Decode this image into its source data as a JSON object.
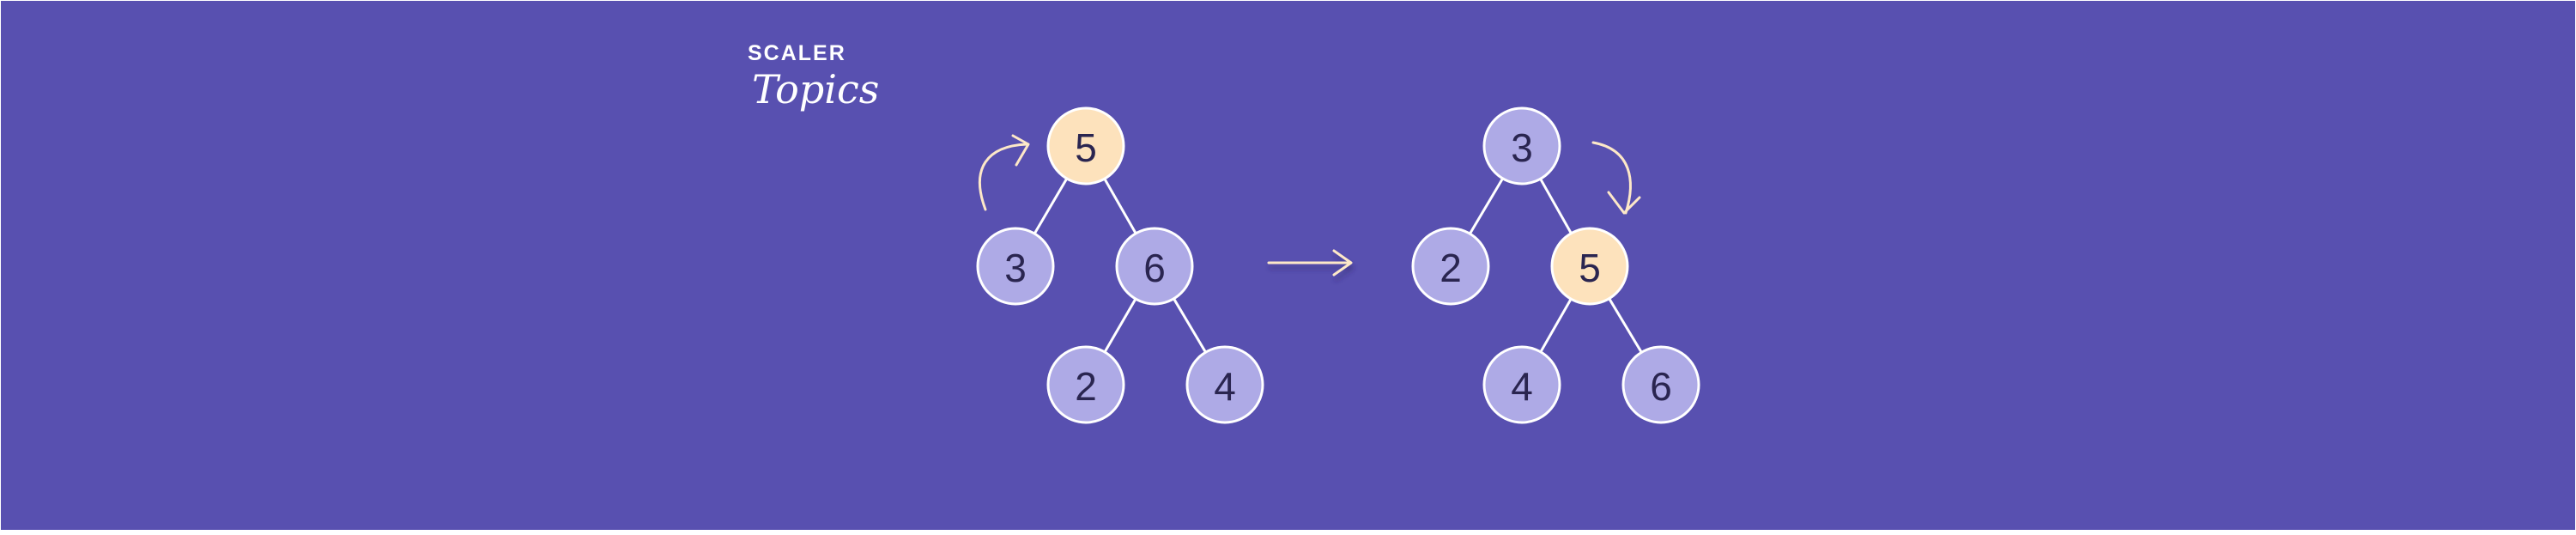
{
  "brand": {
    "line1": "SCALER",
    "line2": "Topics"
  },
  "colors": {
    "background": "#5850b0",
    "node_default": "#aeaae6",
    "node_highlight": "#fde2bc",
    "node_stroke": "#ffffff",
    "edge": "#ffffff",
    "arrow": "#fde8c8",
    "label": "#2a2550"
  },
  "diagram": {
    "before": {
      "nodes": [
        {
          "id": "n5",
          "label": "5",
          "highlight": true
        },
        {
          "id": "n3",
          "label": "3",
          "highlight": false
        },
        {
          "id": "n6",
          "label": "6",
          "highlight": false
        },
        {
          "id": "n2",
          "label": "2",
          "highlight": false
        },
        {
          "id": "n4",
          "label": "4",
          "highlight": false
        }
      ],
      "edges": [
        [
          "n5",
          "n3"
        ],
        [
          "n5",
          "n6"
        ],
        [
          "n6",
          "n2"
        ],
        [
          "n6",
          "n4"
        ]
      ]
    },
    "after": {
      "nodes": [
        {
          "id": "m3",
          "label": "3",
          "highlight": false
        },
        {
          "id": "m2",
          "label": "2",
          "highlight": false
        },
        {
          "id": "m5",
          "label": "5",
          "highlight": true
        },
        {
          "id": "m4",
          "label": "4",
          "highlight": false
        },
        {
          "id": "m6",
          "label": "6",
          "highlight": false
        }
      ],
      "edges": [
        [
          "m3",
          "m2"
        ],
        [
          "m3",
          "m5"
        ],
        [
          "m5",
          "m4"
        ],
        [
          "m5",
          "m6"
        ]
      ]
    },
    "transition_arrow": "right-arrow-icon",
    "rotation_arrows": [
      "curved-arrow-up-icon",
      "curved-arrow-down-icon"
    ]
  }
}
